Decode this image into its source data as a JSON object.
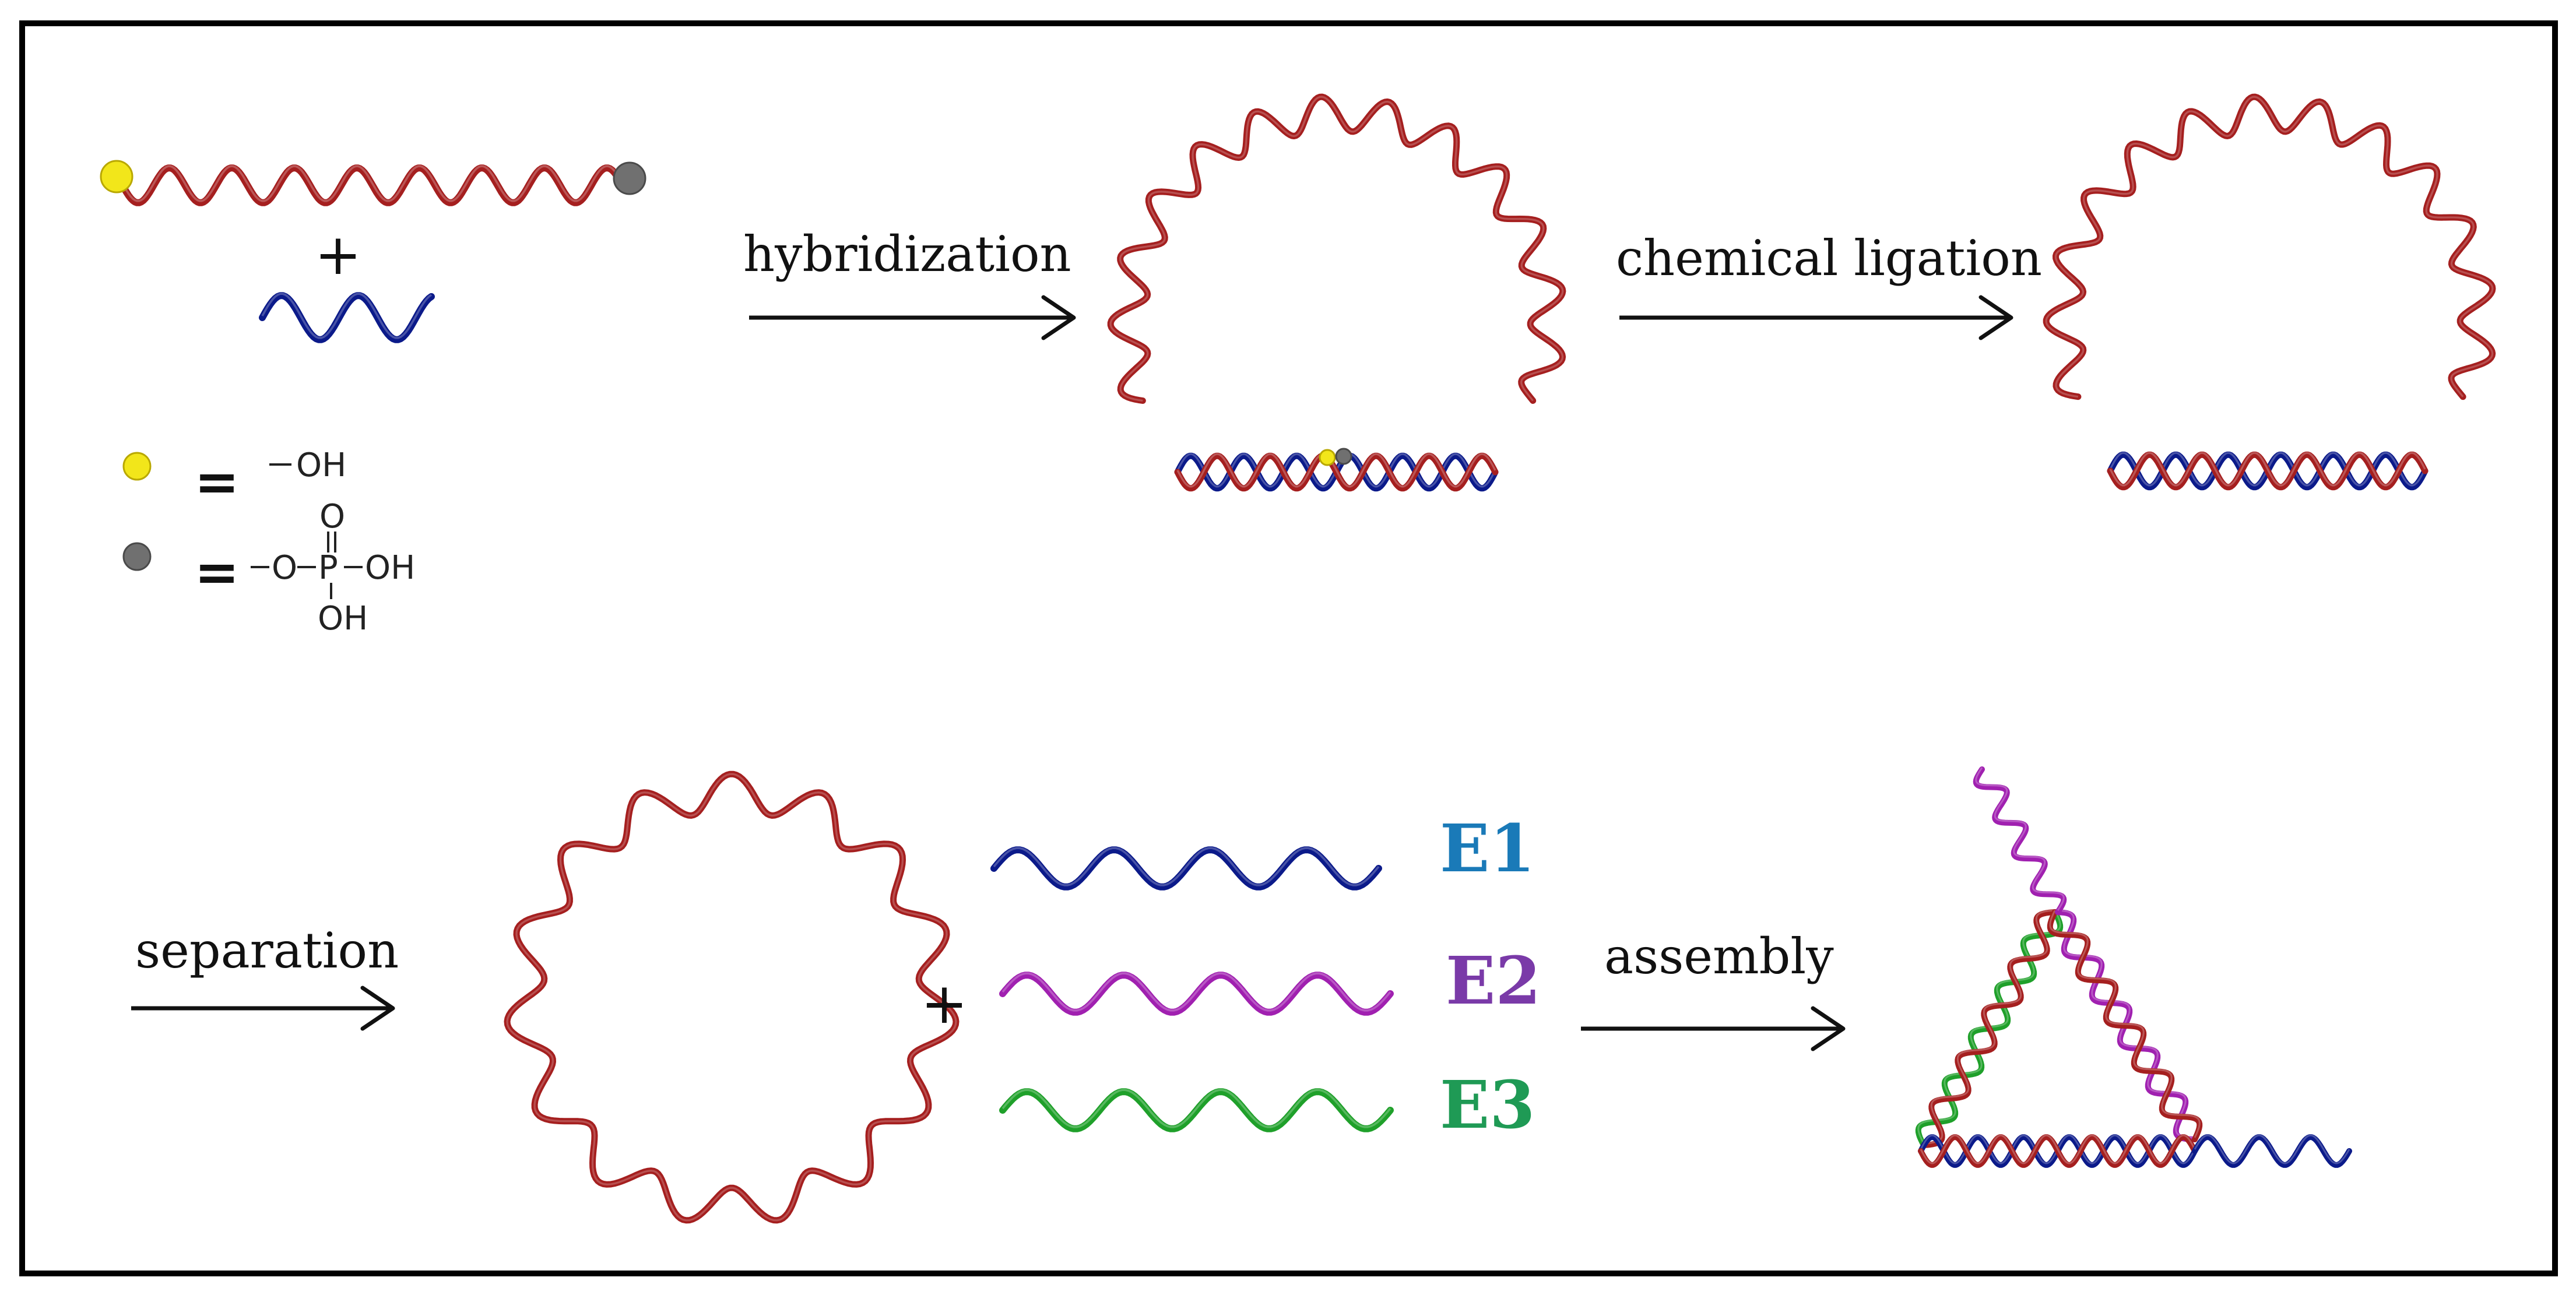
{
  "steps": {
    "hybridization": "hybridization",
    "chemical_ligation": "chemical ligation",
    "separation": "separation",
    "assembly": "assembly"
  },
  "legend": {
    "oh_label": "OH",
    "phosphate": {
      "o_top": "O",
      "o_left": "O",
      "p": "P",
      "oh_right": "OH",
      "oh_bottom": "OH"
    },
    "equals": "=",
    "hydroxyl_color": "#f2e61a",
    "phosphate_color": "#707070"
  },
  "plus_sign": "+",
  "strands": {
    "E1": {
      "label": "E1",
      "color": "#1a7ab8",
      "strand_color": "#0b1a8a"
    },
    "E2": {
      "label": "E2",
      "color": "#7a3aa8",
      "strand_color": "#a020b0"
    },
    "E3": {
      "label": "E3",
      "color": "#1f9a55",
      "strand_color": "#1fa02a"
    }
  },
  "colors": {
    "template_strand": "#a51f1f",
    "splint_strand": "#0b1a8a",
    "frame": "#000000"
  }
}
